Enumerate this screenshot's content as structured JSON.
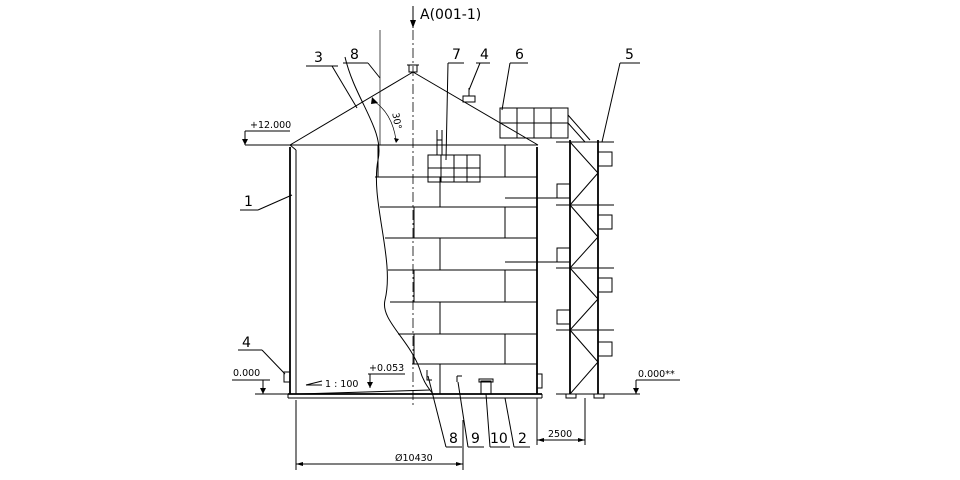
{
  "view_label": "A(001-1)",
  "callouts": {
    "c1": "1",
    "c2": "2",
    "c3": "3",
    "c4_top": "4",
    "c4_bottom": "4",
    "c5": "5",
    "c6": "6",
    "c7": "7",
    "c8_top": "8",
    "c8_bottom": "8",
    "c9": "9",
    "c10": "10"
  },
  "elevations": {
    "top": "+12.000",
    "ground_left": "0.000",
    "floor": "+0.053",
    "ground_right": "0.000**"
  },
  "slope": "1 : 100",
  "angle": "30°",
  "dimensions": {
    "diameter": "Ø10430",
    "stair_offset": "2500"
  }
}
